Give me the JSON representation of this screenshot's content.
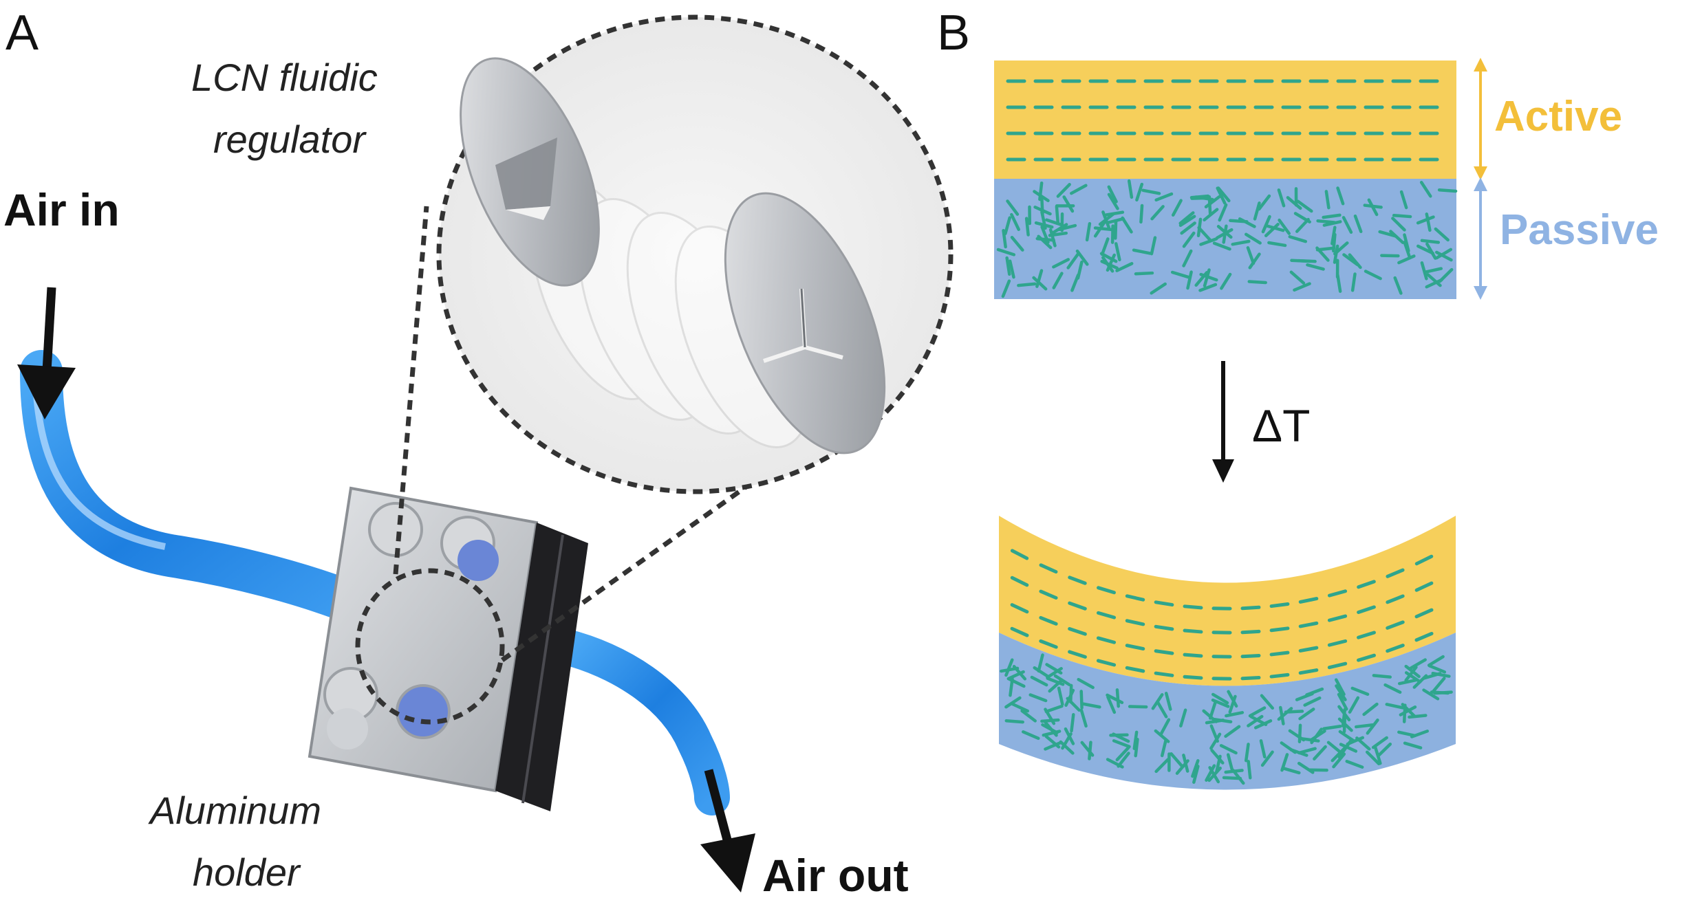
{
  "panel_a": {
    "label": "A",
    "air_in": "Air in",
    "air_out": "Air out",
    "regulator_label_1": "LCN fluidic",
    "regulator_label_2": "regulator",
    "holder_label_1": "Aluminum",
    "holder_label_2": "holder"
  },
  "panel_b": {
    "label": "B",
    "active_label": "Active",
    "passive_label": "Passive",
    "stimulus_label": "ΔT"
  },
  "colors": {
    "active_layer": "#f6cf5b",
    "passive_layer": "#8db1df",
    "mesogen": "#2fa58d",
    "active_text": "#f3bf3a",
    "passive_text": "#8fb3e3",
    "tube": "#2f8fe8",
    "holder": "#c9cdd2",
    "holder_dark": "#1f1f22"
  }
}
